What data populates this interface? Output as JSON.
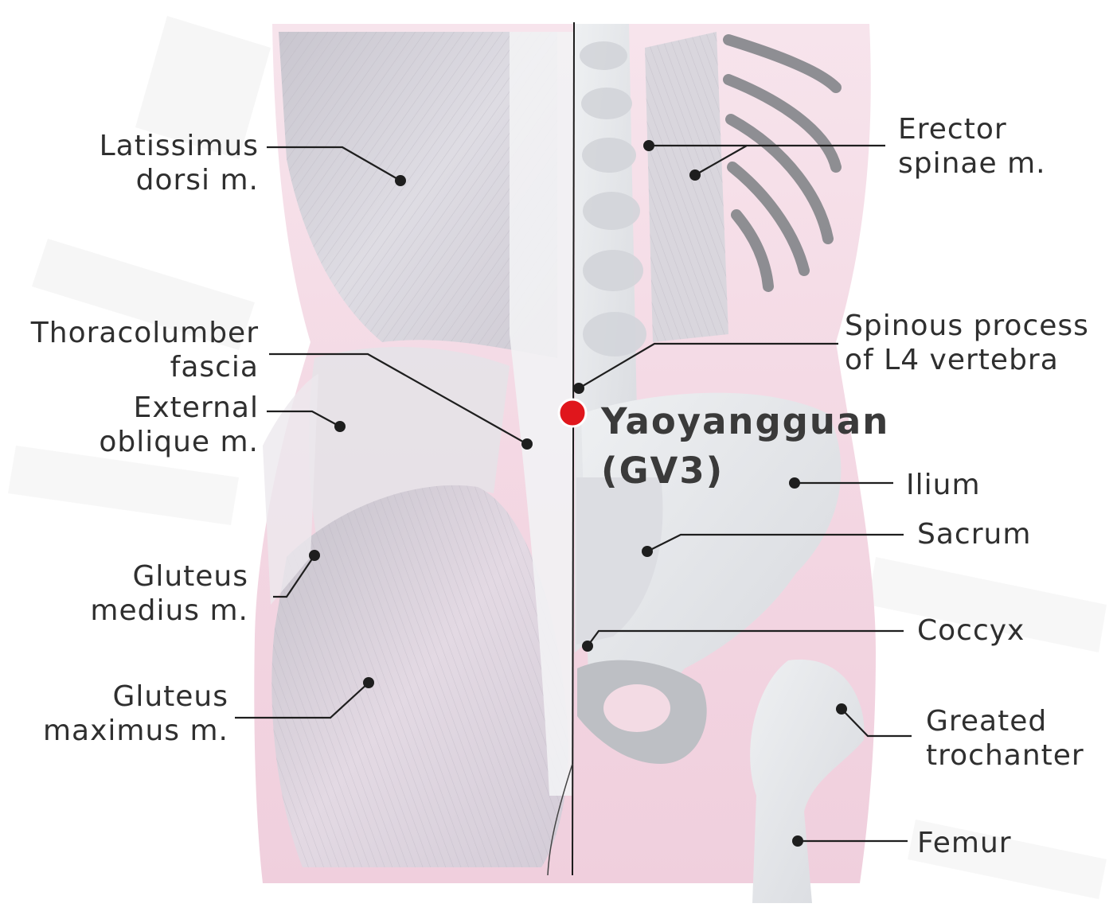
{
  "acupoint": {
    "name": "Yaoyangguan",
    "code": "(GV3)",
    "dot_color": "#e0161c"
  },
  "labels": {
    "latissimus_dorsi": [
      "Latissimus",
      "dorsi m."
    ],
    "thoracolumbar_fascia": [
      "Thoracolumber",
      "fascia"
    ],
    "external_oblique": [
      "External",
      "oblique m."
    ],
    "gluteus_medius": [
      "Gluteus",
      "medius m."
    ],
    "gluteus_maximus": [
      "Gluteus",
      "maximus m."
    ],
    "erector_spinae": [
      "Erector",
      "spinae m."
    ],
    "spinous_process": [
      "Spinous process",
      "of L4 vertebra"
    ],
    "ilium": [
      "Ilium"
    ],
    "sacrum": [
      "Sacrum"
    ],
    "coccyx": [
      "Coccyx"
    ],
    "greater_trochanter": [
      "Greated",
      "trochanter"
    ],
    "femur": [
      "Femur"
    ]
  },
  "colors": {
    "skin": "#f4dbe4",
    "muscle": "#d6d3da",
    "bone": "#e8e9ec",
    "leader_line": "#1e1e1e",
    "midline": "#1a1a1a"
  }
}
